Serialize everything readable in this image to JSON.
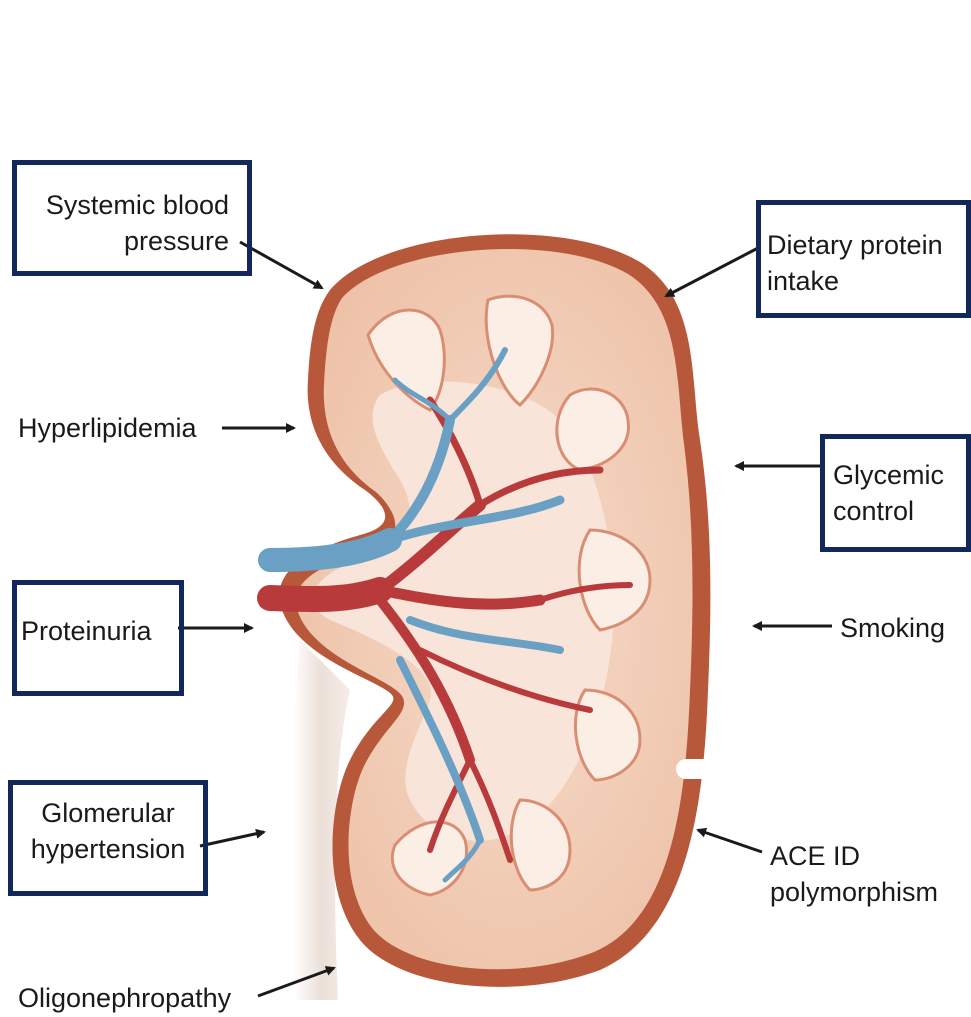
{
  "colors": {
    "box_border": "#12275a",
    "text": "#1a1a1a",
    "capsule": "#b8583a",
    "cortex": "#f0c8b0",
    "medulla": "#faece2",
    "artery": "#b83a3a",
    "vein": "#6aa0c4"
  },
  "labels": {
    "systemic_bp": {
      "line1": "Systemic blood",
      "line2": "pressure"
    },
    "hyperlipidemia": "Hyperlipidemia",
    "proteinuria": "Proteinuria",
    "glomerular_htn": {
      "line1": "Glomerular",
      "line2": "hypertension"
    },
    "oligonephropathy": "Oligonephropathy",
    "dietary_protein": {
      "line1": "Dietary protein",
      "line2": "intake"
    },
    "glycemic_control": {
      "line1": "Glycemic",
      "line2": "control"
    },
    "smoking": "Smoking",
    "ace_id": {
      "line1": "ACE ID",
      "line2": "polymorphism"
    }
  }
}
